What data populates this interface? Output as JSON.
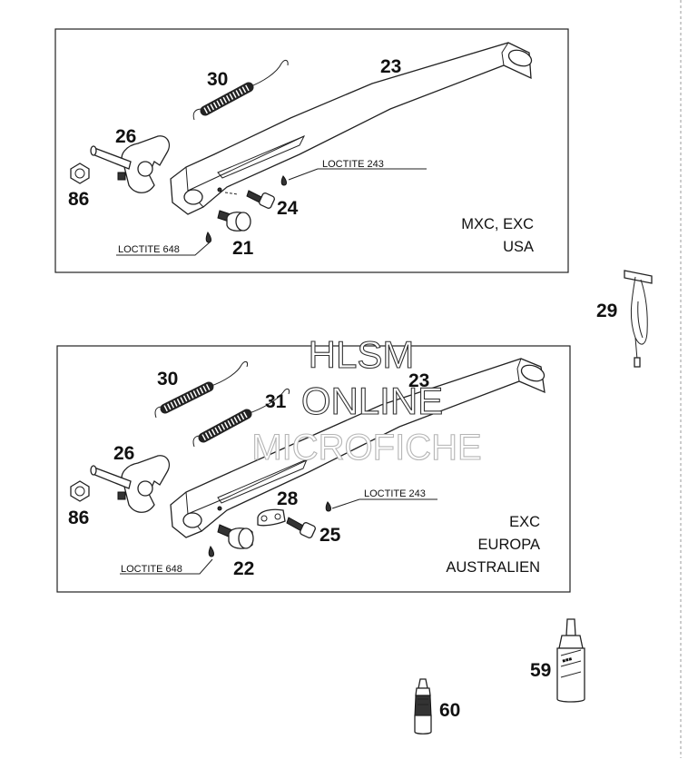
{
  "panels": [
    {
      "variant_lines": [
        "MXC, EXC",
        "USA"
      ],
      "callouts": {
        "spring": "30",
        "stand": "23",
        "bolt_plate": "26",
        "nut": "86",
        "screw": "24",
        "bushing": "21"
      },
      "loctite_upper": "LOCTITE 243",
      "loctite_lower": "LOCTITE 648"
    },
    {
      "variant_lines": [
        "EXC",
        "EUROPA",
        "AUSTRALIEN"
      ],
      "callouts": {
        "spring_a": "30",
        "spring_b": "31",
        "stand": "23",
        "bolt_plate": "26",
        "nut": "86",
        "link": "28",
        "screw": "25",
        "bushing": "22"
      },
      "loctite_upper": "LOCTITE 243",
      "loctite_lower": "LOCTITE 648"
    }
  ],
  "loose_parts": {
    "tool": "29",
    "bottle_large": "59",
    "bottle_small": "60"
  },
  "watermark": [
    "HLSM",
    "ONLINE",
    "MICROFICHE"
  ]
}
